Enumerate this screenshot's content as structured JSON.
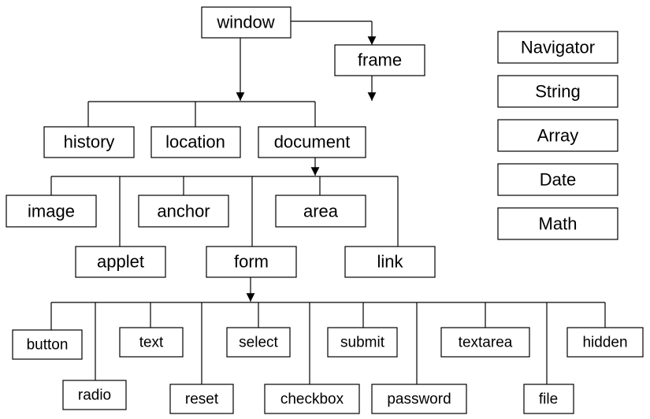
{
  "nodes": {
    "window": "window",
    "frame": "frame",
    "history": "history",
    "location": "location",
    "document": "document",
    "image": "image",
    "anchor": "anchor",
    "area": "area",
    "applet": "applet",
    "form": "form",
    "link": "link",
    "button": "button",
    "radio": "radio",
    "text": "text",
    "reset": "reset",
    "select": "select",
    "checkbox": "checkbox",
    "submit": "submit",
    "password": "password",
    "textarea": "textarea",
    "file": "file",
    "hidden": "hidden"
  },
  "standalone": {
    "navigator": "Navigator",
    "string": "String",
    "array": "Array",
    "date": "Date",
    "math": "Math"
  }
}
